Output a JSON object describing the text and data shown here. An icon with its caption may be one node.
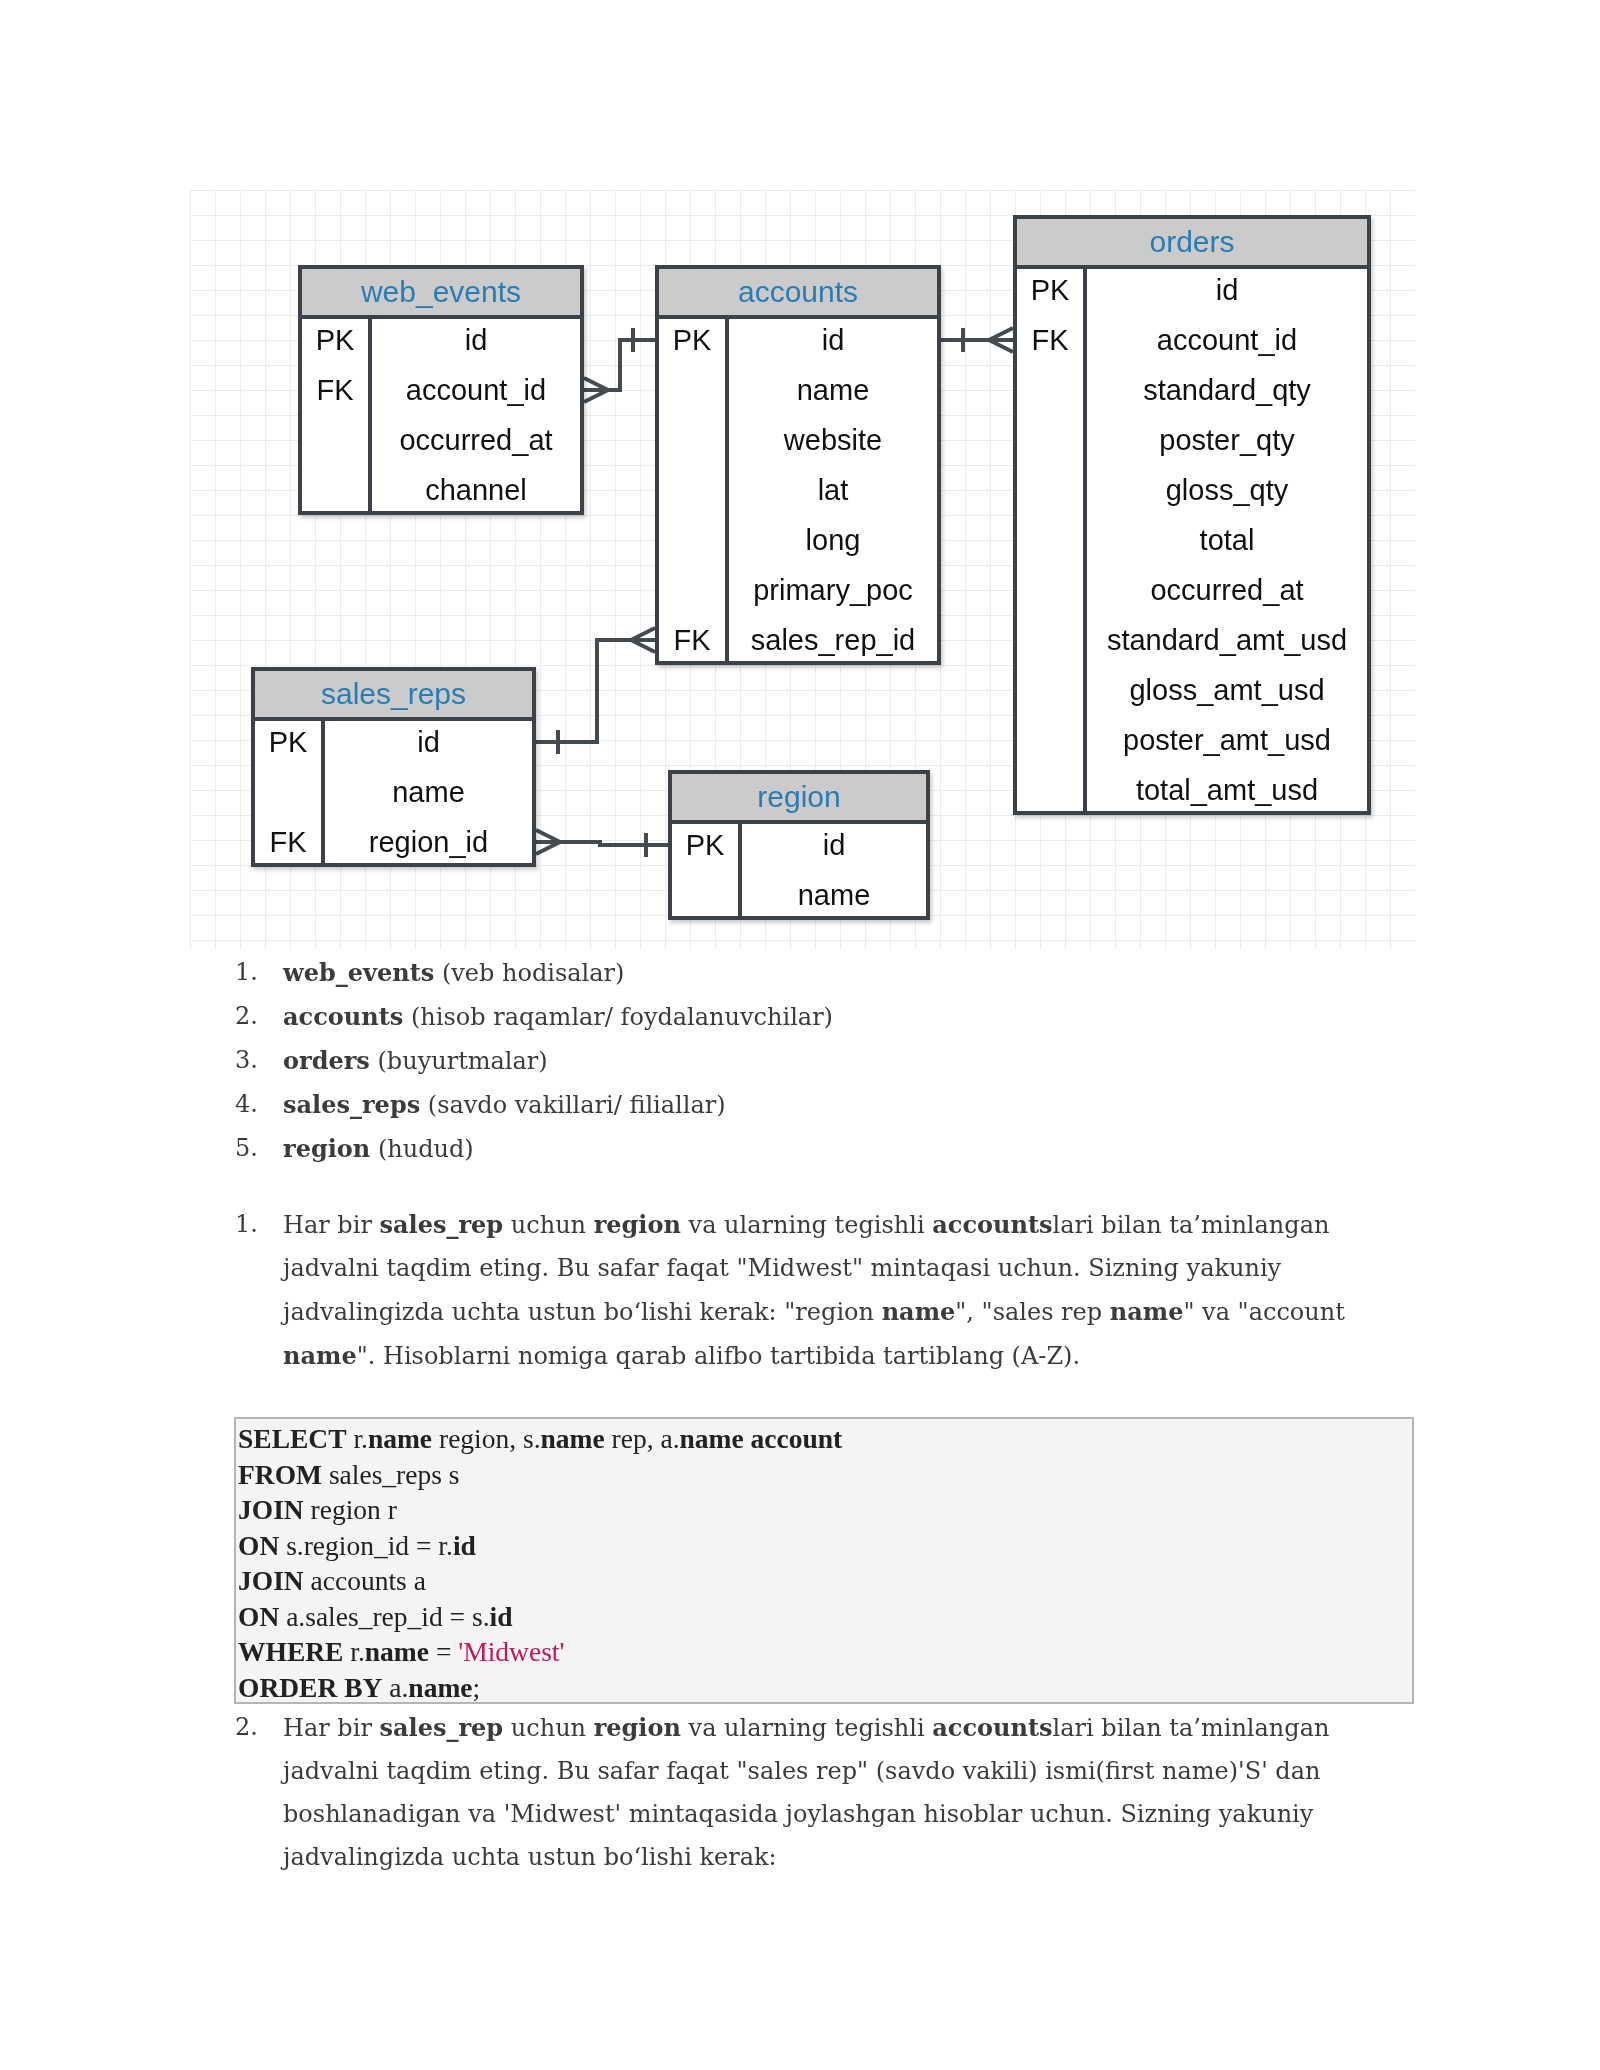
{
  "diagram": {
    "nodes": [
      {
        "text": [
          "web_events",
          "PK",
          "id",
          "FK",
          "account_id",
          "occurred_at",
          "channel"
        ]
      },
      {
        "text": [
          "accounts",
          "PK",
          "id",
          "name",
          "website",
          "lat",
          "long",
          "primary_poc",
          "FK",
          "sales_rep_id"
        ]
      },
      {
        "text": [
          "orders",
          "PK",
          "id",
          "FK",
          "account_id",
          "standard_qty",
          "poster_qty",
          "gloss_qty",
          "total",
          "occurred_at",
          "standard_amt_usd",
          "gloss_amt_usd",
          "poster_amt_usd",
          "total_amt_usd"
        ]
      },
      {
        "text": [
          "sales_reps",
          "PK",
          "id",
          "name",
          "FK",
          "region_id"
        ]
      },
      {
        "text": [
          "region",
          "PK",
          "id",
          "name"
        ]
      }
    ],
    "edges": [
      {
        "from": 0,
        "to": 1,
        "arrow": "other"
      },
      {
        "from": 2,
        "to": 1,
        "arrow": "other"
      },
      {
        "from": 1,
        "to": 3,
        "arrow": "other"
      },
      {
        "from": 3,
        "to": 4,
        "arrow": "other"
      }
    ],
    "labels": [
      "1.",
      "**web_events** (veb hodisalar)",
      "2.",
      "**accounts** (hisob raqamlar/ foydalanuvchilar)",
      "3.",
      "**orders** (buyurtmalar)",
      "4.",
      "**sales_reps** (savdo vakillari/ filiallar)",
      "5.",
      "**region** (hudud)",
      "1.",
      "Har bir **sales_rep** uchun **region** va ularning tegishli **accounts**lari bilan ta’minlangan jadvalni taqdim eting. Bu safar faqat \"Midwest\" mintaqasi uchun. Sizning yakuniy jadvalingizda uchta ustun bo‘lishi kerak: \"region **name**\", \"sales rep **name**\" va \"account **name**\". Hisoblarni nomiga qarab alifbo tartibida tartiblang (A-Z).",
      "**SELECT** r.**name** region, s.**name** rep, a.**name account**",
      "**FROM** sales_reps s",
      "**JOIN** region r",
      "**ON** s.region_id = r.**id**",
      "**JOIN** accounts a",
      "**ON** a.sales_rep_id = s.**id**",
      "**WHERE** r.**name** = 'Midwest'",
      "**ORDER BY** a.**name**;",
      "2.",
      "Har bir **sales_rep** uchun **region** va ularning tegishli **accounts**lari bilan ta’minlangan jadvalni taqdim eting. Bu safar faqat \"sales rep\" (savdo vakili) ismi(first name)'S' dan boshlanadigan va 'Midwest' mintaqasida joylashgan hisoblar uchun. Sizning yakuniy jadvalingizda uchta ustun bo‘lishi kerak:"
    ]
  }
}
